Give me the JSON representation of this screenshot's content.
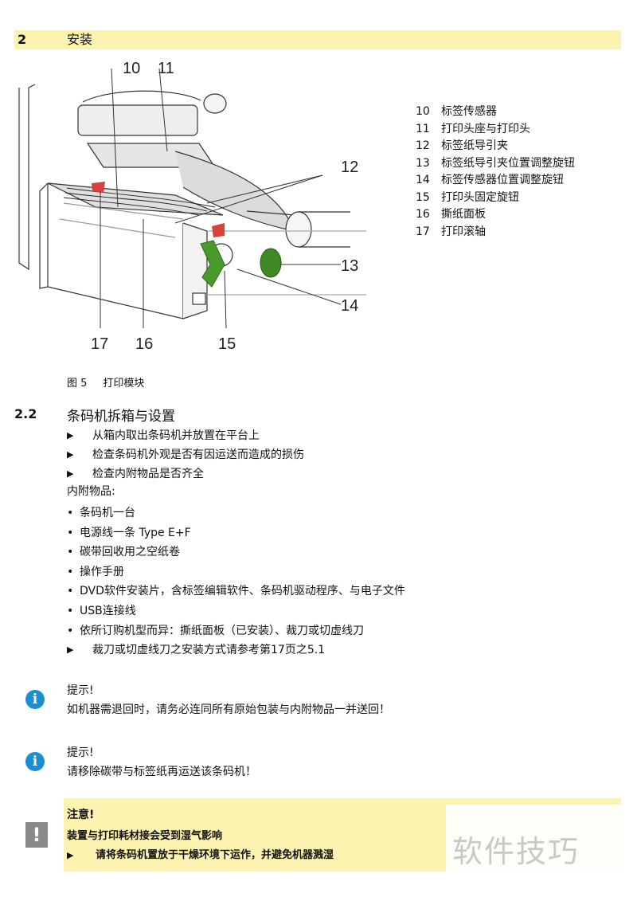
{
  "chapter": {
    "number": "2",
    "title": "安装"
  },
  "figure": {
    "callouts": [
      "10",
      "11",
      "12",
      "13",
      "14",
      "15",
      "16",
      "17"
    ],
    "legend": [
      {
        "num": "10",
        "label": "标签传感器"
      },
      {
        "num": "11",
        "label": "打印头座与打印头"
      },
      {
        "num": "12",
        "label": "标签纸导引夹"
      },
      {
        "num": "13",
        "label": "标签纸导引夹位置调整旋钮"
      },
      {
        "num": "14",
        "label": "标签传感器位置调整旋钮"
      },
      {
        "num": "15",
        "label": "打印头固定旋钮"
      },
      {
        "num": "16",
        "label": "撕纸面板"
      },
      {
        "num": "17",
        "label": "打印滚轴"
      }
    ],
    "caption": {
      "label": "图 5",
      "text": "打印模块"
    }
  },
  "section": {
    "number": "2.2",
    "title": "条码机拆箱与设置",
    "steps": [
      "从箱内取出条码机并放置在平台上",
      "检查条码机外观是否有因运送而造成的损伤",
      "检查内附物品是否齐全"
    ],
    "contents_title": "内附物品:",
    "bullets": [
      "条码机一台",
      "电源线一条 Type E+F",
      "碳带回收用之空纸卷",
      "操作手册",
      "DVD软件安装片，含标签编辑软件、条码机驱动程序、与电子文件",
      "USB连接线",
      "依所订购机型而异：撕纸面板（已安装）、裁刀或切虚线刀"
    ],
    "final_step": "裁刀或切虚线刀之安装方式请参考第17页之5.1"
  },
  "notes": [
    {
      "title": "提示!",
      "text": "如机器需退回时，请务必连同所有原始包装与内附物品一并送回！"
    },
    {
      "title": "提示!",
      "text": "请移除碳带与标签纸再运送该条码机！"
    }
  ],
  "warning": {
    "title": "注意!",
    "text": "装置与打印耗材接会受到湿气影响",
    "step": "请将条码机置放于干燥环境下运作，并避免机器溅湿"
  },
  "icons": {
    "step": "triangle-right-icon",
    "info": "info-icon",
    "warning": "exclamation-icon"
  },
  "colors": {
    "highlight": "#fdf3b0",
    "info": "#1a8fd6",
    "warning_icon": "#8a8a8a",
    "accent_green": "#4a9a2a",
    "accent_red": "#d8403a"
  },
  "watermark": "软件技巧"
}
